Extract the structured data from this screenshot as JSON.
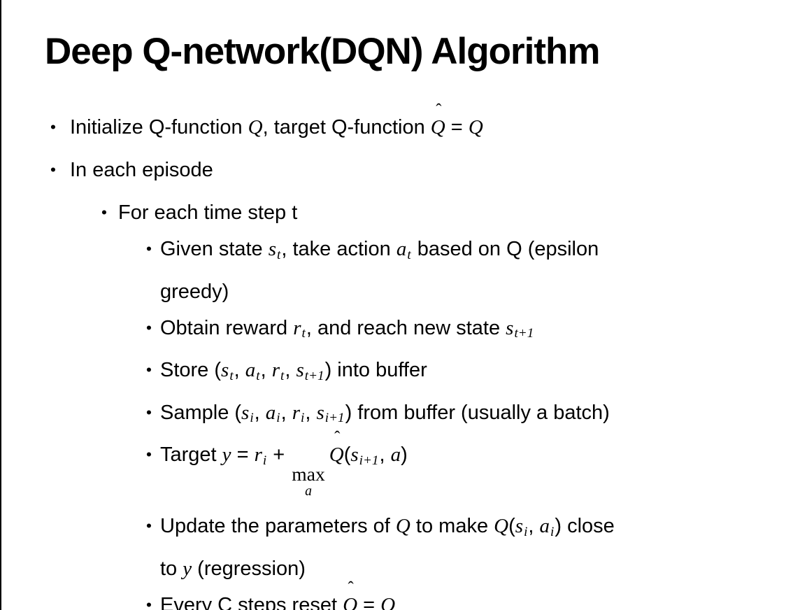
{
  "meta": {
    "background_color": "#ffffff",
    "text_color": "#000000",
    "left_border_color": "#000000"
  },
  "slide": {
    "title": "Deep Q-network(DQN) Algorithm",
    "bullet_char": "•",
    "bullets": [
      {
        "level": 1,
        "segs": [
          {
            "t": "Initialize Q-function "
          },
          {
            "t": "Q"
          },
          {
            "t": ", target Q-function "
          },
          {
            "t": "Q"
          },
          {
            "t": " = "
          },
          {
            "t": "Q"
          }
        ]
      },
      {
        "level": 1,
        "segs": [
          {
            "t": "In each episode"
          }
        ]
      },
      {
        "level": 2,
        "segs": [
          {
            "t": "For each time step t"
          }
        ]
      },
      {
        "level": 3,
        "segs": [
          {
            "t": "Given state "
          },
          {
            "t": "s"
          },
          {
            "t": "t"
          },
          {
            "t": ", take action "
          },
          {
            "t": "a"
          },
          {
            "t": "t"
          },
          {
            "t": " based on Q (epsilon"
          },
          {
            "t": "greedy)"
          }
        ]
      },
      {
        "level": 3,
        "segs": [
          {
            "t": "Obtain reward "
          },
          {
            "t": "r"
          },
          {
            "t": "t"
          },
          {
            "t": ", and reach new state "
          },
          {
            "t": "s"
          },
          {
            "t": "t+1"
          }
        ]
      },
      {
        "level": 3,
        "segs": [
          {
            "t": "Store ("
          },
          {
            "t": "s"
          },
          {
            "t": "t"
          },
          {
            "t": ", "
          },
          {
            "t": "a"
          },
          {
            "t": "t"
          },
          {
            "t": ", "
          },
          {
            "t": "r"
          },
          {
            "t": "t"
          },
          {
            "t": ", "
          },
          {
            "t": "s"
          },
          {
            "t": "t+1"
          },
          {
            "t": ") into buffer"
          }
        ]
      },
      {
        "level": 3,
        "segs": [
          {
            "t": "Sample ("
          },
          {
            "t": "s"
          },
          {
            "t": "i"
          },
          {
            "t": ", "
          },
          {
            "t": "a"
          },
          {
            "t": "i"
          },
          {
            "t": ", "
          },
          {
            "t": "r"
          },
          {
            "t": "i"
          },
          {
            "t": ", "
          },
          {
            "t": "s"
          },
          {
            "t": "i+1"
          },
          {
            "t": ") from buffer (usually a batch)"
          }
        ]
      },
      {
        "level": 3,
        "segs": [
          {
            "t": "Target "
          },
          {
            "t": "y"
          },
          {
            "t": " = "
          },
          {
            "t": "r"
          },
          {
            "t": "i"
          },
          {
            "t": " + "
          },
          {
            "t": "max"
          },
          {
            "t": "a"
          },
          {
            "t": "Q"
          },
          {
            "t": "("
          },
          {
            "t": "s"
          },
          {
            "t": "i+1"
          },
          {
            "t": ", "
          },
          {
            "t": "a"
          },
          {
            "t": ")"
          }
        ]
      },
      {
        "level": 3,
        "segs": [
          {
            "t": "Update the parameters of "
          },
          {
            "t": "Q"
          },
          {
            "t": " to make "
          },
          {
            "t": "Q"
          },
          {
            "t": "("
          },
          {
            "t": "s"
          },
          {
            "t": "i"
          },
          {
            "t": ", "
          },
          {
            "t": "a"
          },
          {
            "t": "i"
          },
          {
            "t": ") close"
          },
          {
            "t": "to "
          },
          {
            "t": "y"
          },
          {
            "t": " (regression)"
          }
        ]
      },
      {
        "level": 3,
        "segs": [
          {
            "t": "Every C steps reset "
          },
          {
            "t": "Q"
          },
          {
            "t": " = "
          },
          {
            "t": "Q"
          }
        ]
      }
    ]
  }
}
